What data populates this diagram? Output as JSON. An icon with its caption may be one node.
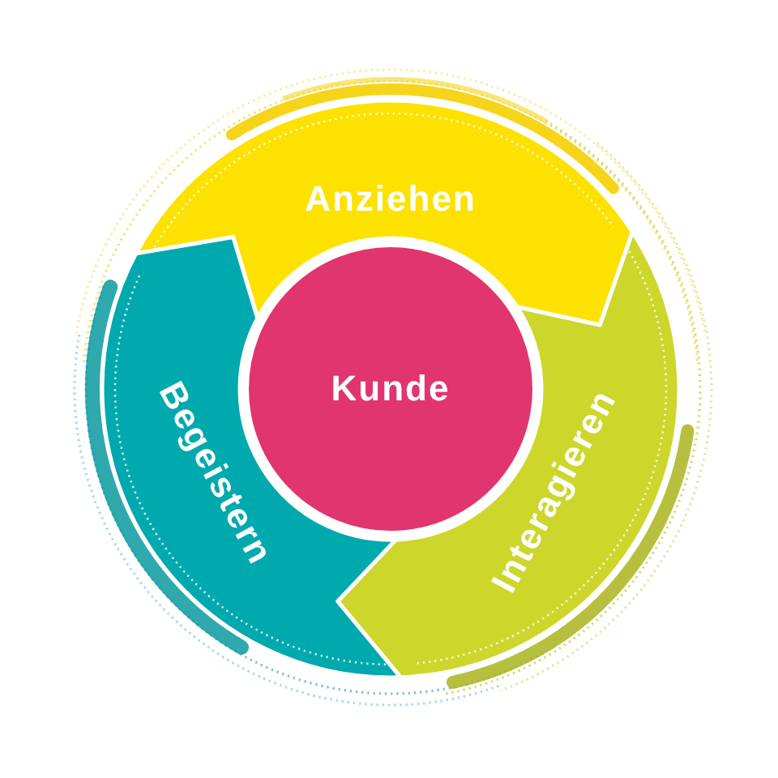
{
  "diagram": {
    "nodes": [
      {
        "text": [
          "Anziehen"
        ]
      },
      {
        "text": [
          "Interagieren"
        ]
      },
      {
        "text": [
          "Begeistern"
        ]
      },
      {
        "text": [
          "Kunde"
        ]
      }
    ]
  }
}
